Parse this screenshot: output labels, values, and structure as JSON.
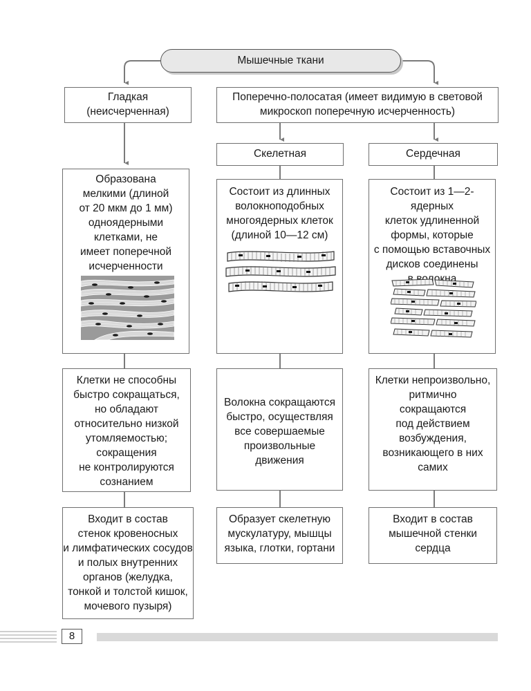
{
  "title": "Мышечные ткани",
  "smooth": {
    "header": "Гладкая\n(неисчерченная)",
    "structure": "Образована\nмелкими (длиной\nот 20 мкм до 1 мм)\nодноядерными\nклетками, не\nимеет поперечной\nисчерченности",
    "function": "Клетки не способны\nбыстро сокращаться,\nно обладают\nотносительно низкой\nутомляемостью;\nсокращения\nне контролируются\nсознанием",
    "location": "Входит в состав\nстенок кровеносных\nи лимфатических сосудов\nи полых внутренних\nорганов (желудка,\nтонкой и толстой кишок,\nмочевого пузыря)"
  },
  "striated": {
    "header": "Поперечно-полосатая (имеет видимую в световой\nмикроскоп поперечную исчерченность)"
  },
  "skeletal": {
    "header": "Скелетная",
    "structure": "Состоит из длинных\nволокноподобных\nмногоядерных клеток\n(длиной 10—12 см)",
    "function": "Волокна сокращаются\nбыстро, осуществляя\nвсе совершаемые\nпроизвольные\nдвижения",
    "location": "Образует скелетную\nмускулатуру, мышцы\nязыка, глотки, гортани"
  },
  "cardiac": {
    "header": "Сердечная",
    "structure": "Состоит из 1—2-ядерных\nклеток удлиненной\nформы, которые\nс помощью вставочных\nдисков соединены\nв волокна",
    "function": "Клетки непроизвольно,\nритмично\nсокращаются\nпод действием\nвозбуждения,\nвозникающего в них\nсамих",
    "location": "Входит в состав\nмышечной стенки\nсердца"
  },
  "page_number": "8",
  "colors": {
    "border": "#6f6f6f",
    "title_fill": "#e8e8e8",
    "arrow": "#7a7a7a",
    "footer_bar": "#d9d9d9"
  }
}
